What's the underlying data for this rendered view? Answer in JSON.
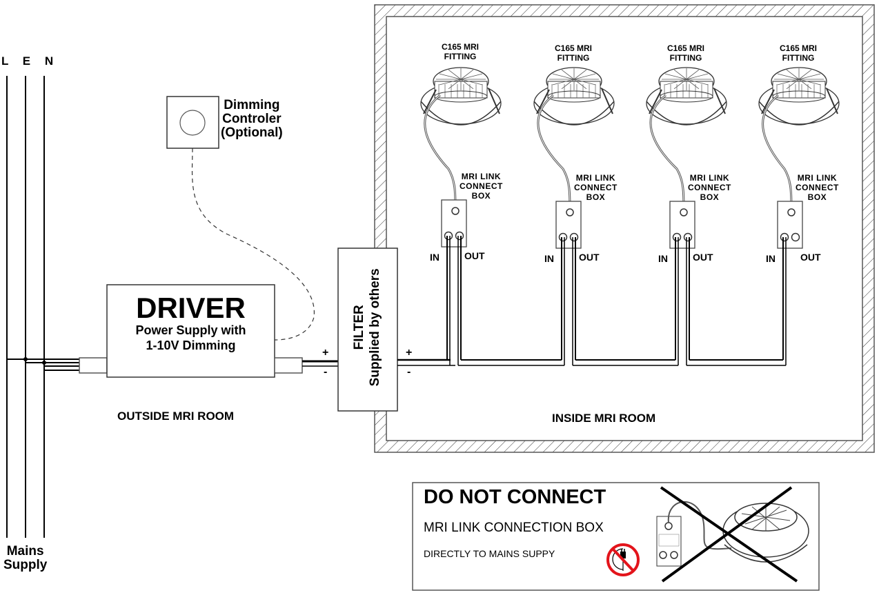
{
  "mains": {
    "conductors": [
      "L",
      "E",
      "N"
    ],
    "conductor_label": "L E N",
    "label_line1": "Mains",
    "label_line2": "Supply"
  },
  "dimming_controller": {
    "line1": "Dimming",
    "line2": "Controler",
    "line3": "(Optional)"
  },
  "driver": {
    "title": "DRIVER",
    "sub_line1": "Power Supply with",
    "sub_line2": "1-10V Dimming",
    "output_plus": "+",
    "output_minus": "-"
  },
  "filter": {
    "line1": "FILTER",
    "line2": "Supplied by others",
    "output_plus": "+",
    "output_minus": "-"
  },
  "zones": {
    "outside": "OUTSIDE MRI ROOM",
    "inside": "INSIDE MRI ROOM"
  },
  "fittings": [
    {
      "label_line1": "C165 MRI",
      "label_line2": "FITTING",
      "box_line1": "MRI LINK",
      "box_line2": "CONNECT",
      "box_line3": "BOX",
      "in": "IN",
      "out": "OUT",
      "out_connected": true
    },
    {
      "label_line1": "C165 MRI",
      "label_line2": "FITTING",
      "box_line1": "MRI LINK",
      "box_line2": "CONNECT",
      "box_line3": "BOX",
      "in": "IN",
      "out": "OUT",
      "out_connected": true
    },
    {
      "label_line1": "C165 MRI",
      "label_line2": "FITTING",
      "box_line1": "MRI LINK",
      "box_line2": "CONNECT",
      "box_line3": "BOX",
      "in": "IN",
      "out": "OUT",
      "out_connected": true
    },
    {
      "label_line1": "C165 MRI",
      "label_line2": "FITTING",
      "box_line1": "MRI LINK",
      "box_line2": "CONNECT",
      "box_line3": "BOX",
      "in": "IN",
      "out": "OUT",
      "out_connected": false
    }
  ],
  "warning": {
    "title": "DO NOT CONNECT",
    "line1": "MRI LINK CONNECTION BOX",
    "line2": "DIRECTLY TO MAINS SUPPY",
    "icon": "no-mains-plug-icon",
    "icon_color": "#e3141b"
  }
}
